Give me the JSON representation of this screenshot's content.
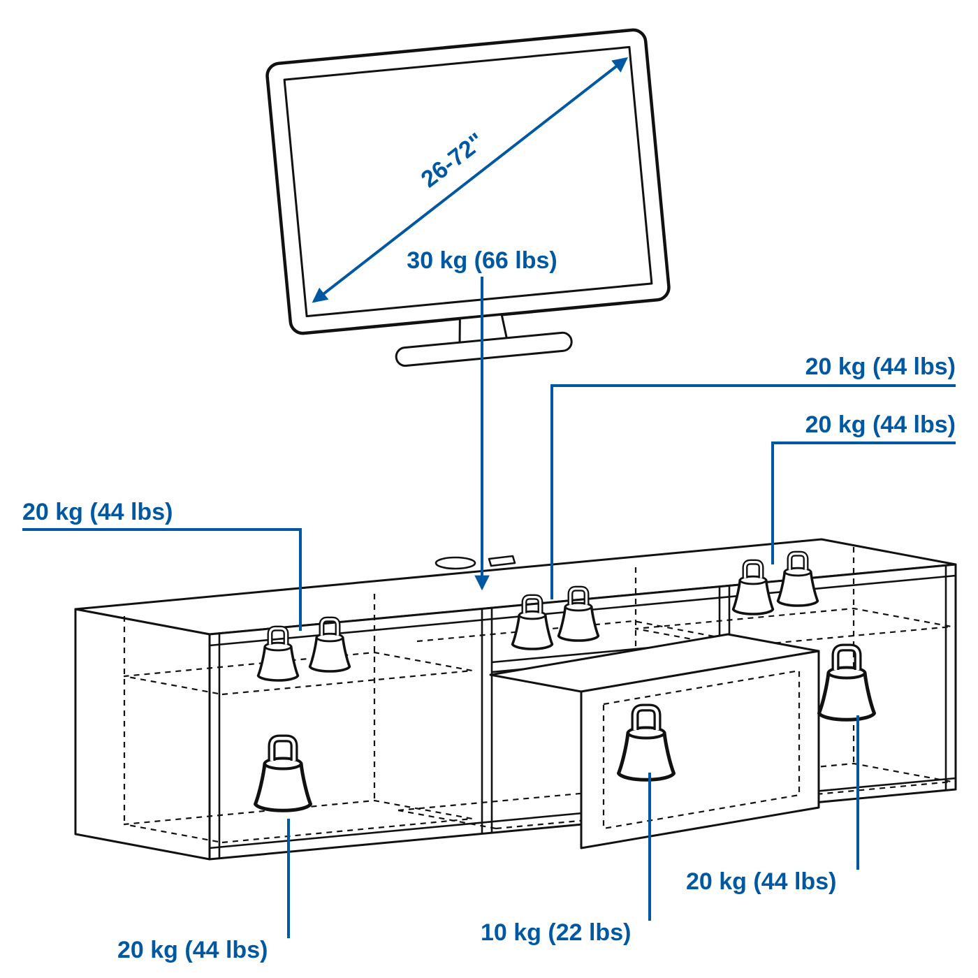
{
  "colors": {
    "accent": "#0058a3",
    "line": "#111111",
    "background": "#ffffff"
  },
  "tv": {
    "diagonal_size_label": "26-72\"",
    "max_load_label": "30 kg (66 lbs)"
  },
  "bench": {
    "load_labels": {
      "left_shelf": "20 kg (44 lbs)",
      "middle_shelf": "20 kg (44 lbs)",
      "right_shelf": "20 kg (44 lbs)",
      "left_bottom": "20 kg (44 lbs)",
      "drawer": "10 kg (22 lbs)",
      "right_bottom": "20 kg (44 lbs)"
    }
  },
  "icons": {
    "weight": "weight-icon",
    "diagonal_measure_arrow": "diagonal-measure-arrow-icon",
    "down_arrow": "down-arrow-icon"
  }
}
